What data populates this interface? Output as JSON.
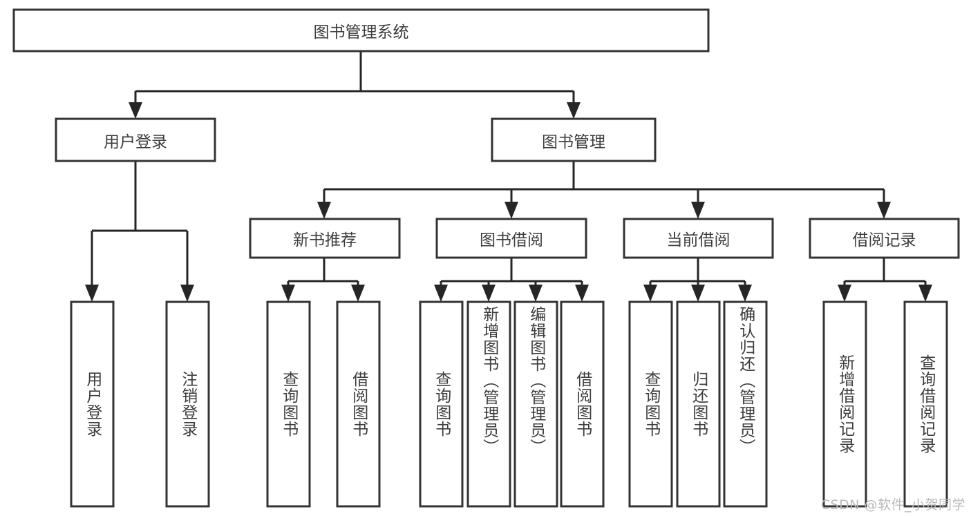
{
  "diagram": {
    "title": "图书管理系统",
    "type": "tree-hierarchy",
    "watermark": "CSDN @软件_小贺同学",
    "colors": {
      "box_border": "#333333",
      "box_fill": "#ffffff",
      "connector": "#262626",
      "text": "#3d3d3d",
      "background": "#ffffff",
      "watermark": "#b9b9b9"
    },
    "root": {
      "label": "图书管理系统"
    },
    "level2": [
      {
        "label": "用户登录"
      },
      {
        "label": "图书管理"
      }
    ],
    "level3": [
      {
        "label": "新书推荐"
      },
      {
        "label": "图书借阅"
      },
      {
        "label": "当前借阅"
      },
      {
        "label": "借阅记录"
      }
    ],
    "leaves": {
      "user_login": [
        {
          "label": "用户登录"
        },
        {
          "label": "注销登录"
        }
      ],
      "new_book_recommend": [
        {
          "label": "查询图书"
        },
        {
          "label": "借阅图书"
        }
      ],
      "book_borrow": [
        {
          "label": "查询图书"
        },
        {
          "label": "新增图书（管理员）"
        },
        {
          "label": "编辑图书（管理员）"
        },
        {
          "label": "借阅图书"
        }
      ],
      "current_borrow": [
        {
          "label": "查询图书"
        },
        {
          "label": "归还图书"
        },
        {
          "label": "确认归还（管理员）"
        }
      ],
      "borrow_records": [
        {
          "label": "新增借阅记录"
        },
        {
          "label": "查询借阅记录"
        }
      ]
    }
  }
}
